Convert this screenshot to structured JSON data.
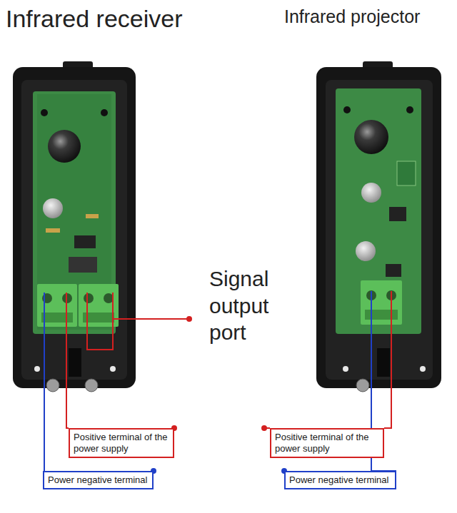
{
  "diagram": {
    "nodes": [
      {
        "text": [
          "Positive terminal of the power supply"
        ]
      },
      {
        "text": [
          "Positive terminal of the power supply"
        ]
      },
      {
        "text": [
          "Power negative terminal"
        ]
      },
      {
        "text": [
          "Power negative terminal"
        ]
      }
    ],
    "labels": [
      "Infrared receiver",
      "Infrared projector",
      "Signal output port"
    ]
  }
}
